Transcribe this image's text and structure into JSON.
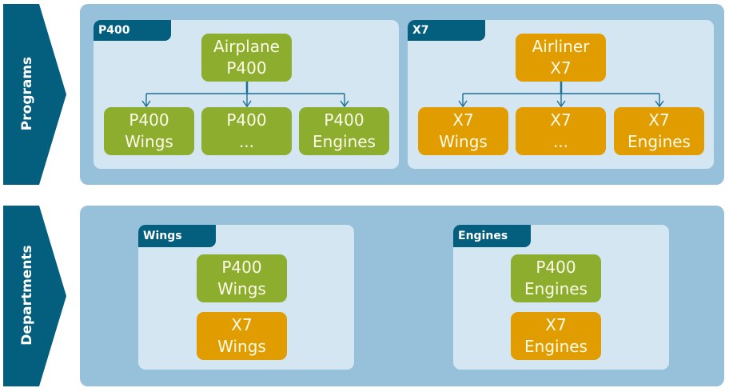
{
  "colors": {
    "dark_teal": "#045f7e",
    "panel_blue": "#97c1da",
    "group_bg": "#d3e6f1",
    "p400_green": "#8dad2f",
    "x7_orange": "#e19c00",
    "connector": "#1f6f94"
  },
  "programs": {
    "label": "Programs",
    "groups": [
      {
        "tag": "P400",
        "root": {
          "line1": "Airplane",
          "line2": "P400"
        },
        "children": [
          {
            "line1": "P400",
            "line2": "Wings"
          },
          {
            "line1": "P400",
            "line2": "..."
          },
          {
            "line1": "P400",
            "line2": "Engines"
          }
        ]
      },
      {
        "tag": "X7",
        "root": {
          "line1": "Airliner",
          "line2": "X7"
        },
        "children": [
          {
            "line1": "X7",
            "line2": "Wings"
          },
          {
            "line1": "X7",
            "line2": "..."
          },
          {
            "line1": "X7",
            "line2": "Engines"
          }
        ]
      }
    ]
  },
  "departments": {
    "label": "Departments",
    "groups": [
      {
        "tag": "Wings",
        "items": [
          {
            "line1": "P400",
            "line2": "Wings"
          },
          {
            "line1": "X7",
            "line2": "Wings"
          }
        ]
      },
      {
        "tag": "Engines",
        "items": [
          {
            "line1": "P400",
            "line2": "Engines"
          },
          {
            "line1": "X7",
            "line2": "Engines"
          }
        ]
      }
    ]
  }
}
